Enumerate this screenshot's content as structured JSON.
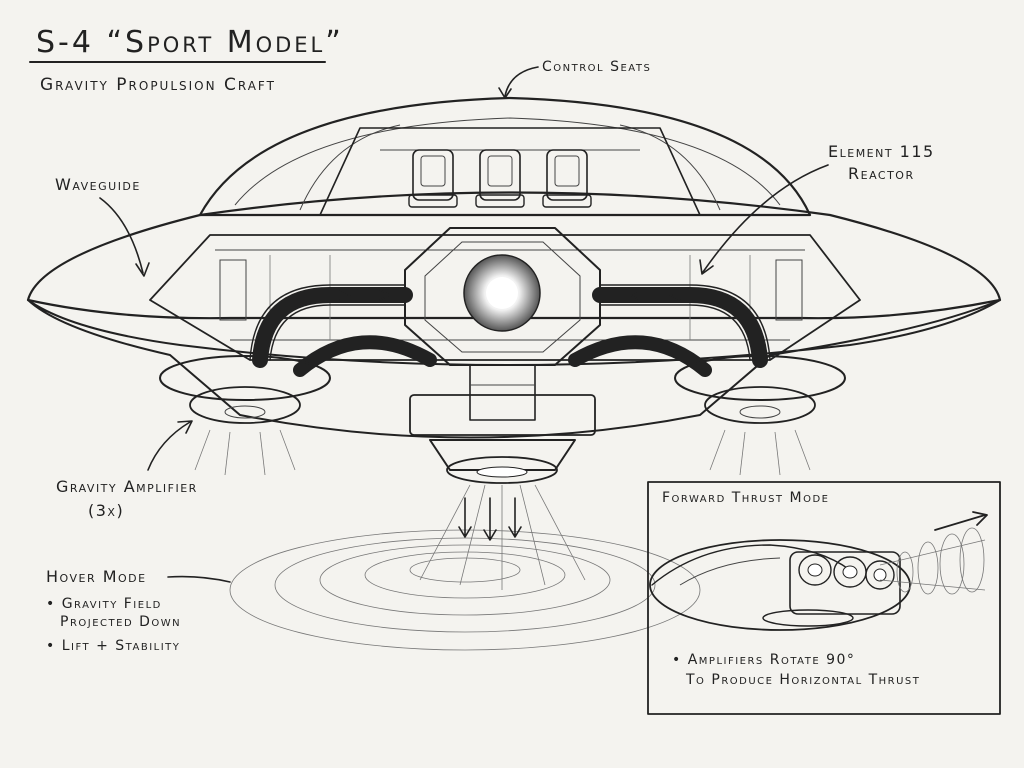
{
  "title": "S-4 “Sport Model”",
  "subtitle": "Gravity Propulsion Craft",
  "labels": {
    "control_seats": "Control Seats",
    "element_line1": "Element 115",
    "element_line2": "Reactor",
    "waveguide": "Waveguide",
    "amp_line1": "Gravity Amplifier",
    "amp_line2": "(3x)"
  },
  "hover": {
    "heading": "Hover Mode",
    "bullet1_line1": "• Gravity Field",
    "bullet1_line2": "Projected Down",
    "bullet2": "• Lift + Stability"
  },
  "thrust": {
    "heading": "Forward Thrust Mode",
    "note_line1": "• Amplifiers Rotate 90°",
    "note_line2": "To Produce Horizontal Thrust"
  },
  "colors": {
    "paper": "#f4f3ef",
    "ink": "#222222",
    "reactor_glow": "#ffffff"
  }
}
